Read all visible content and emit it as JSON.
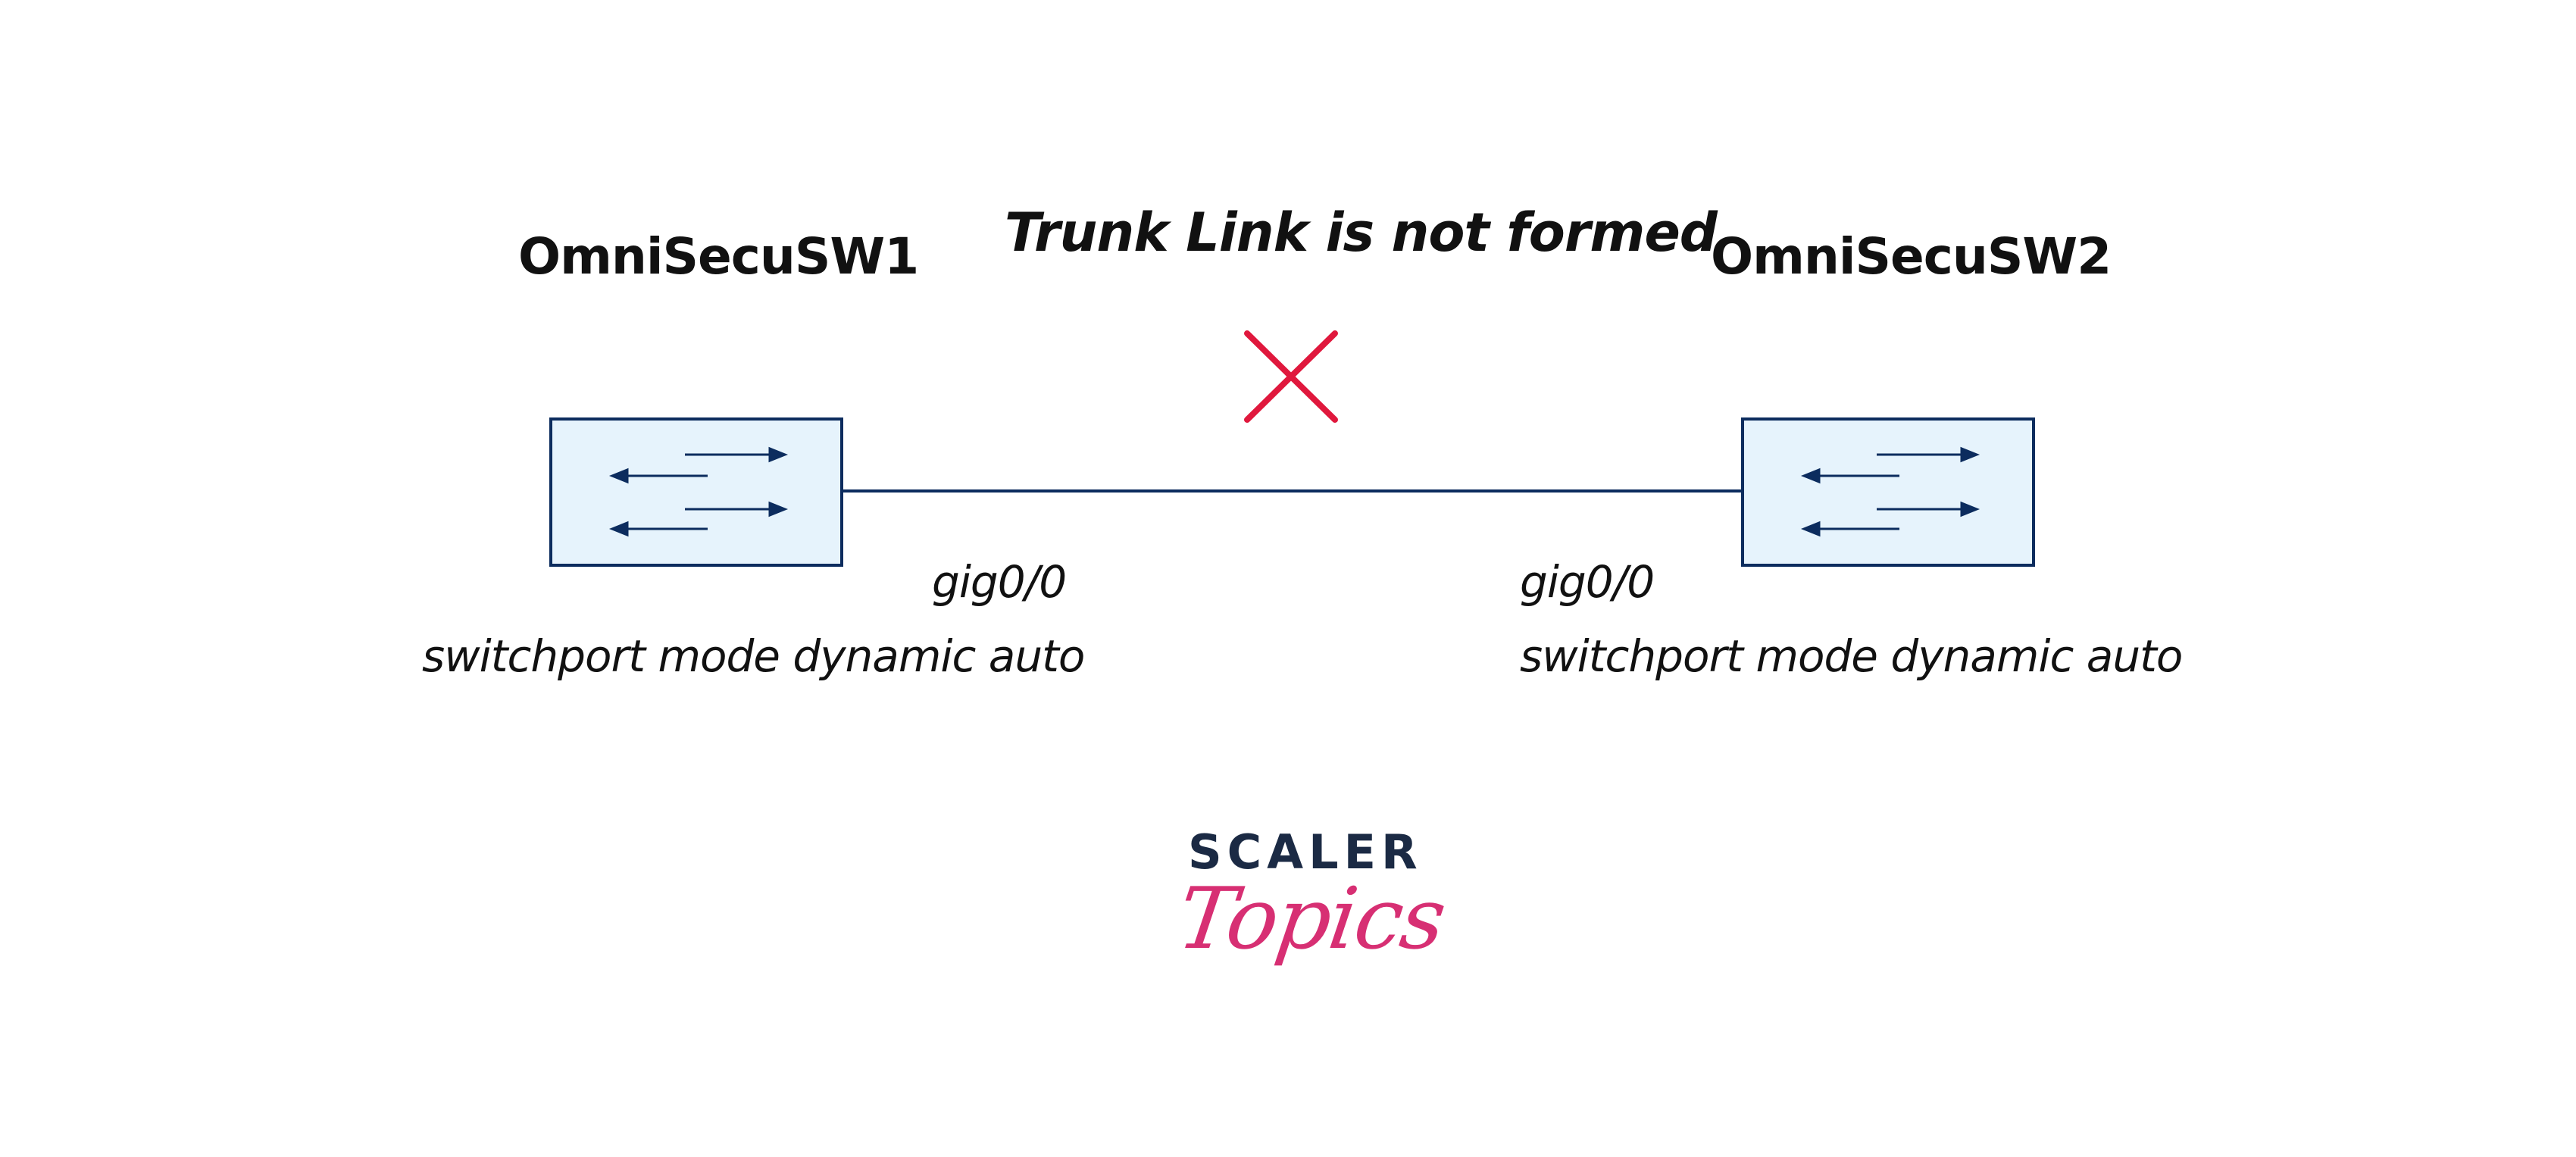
{
  "diagram": {
    "title": "Trunk Link is not formed",
    "left_switch": {
      "name": "OmniSecuSW1",
      "port": "gig0/0",
      "config": "switchport mode dynamic auto",
      "icon": "switch-icon"
    },
    "right_switch": {
      "name": "OmniSecuSW2",
      "port": "gig0/0",
      "config": "switchport mode dynamic auto",
      "icon": "switch-icon"
    },
    "link_status_icon": "cross-icon",
    "colors": {
      "line": "#0c2c5e",
      "switch_fill": "#e6f3fc",
      "switch_border": "#0c2c5e",
      "cross": "#e0183d",
      "text": "#111111"
    }
  },
  "branding": {
    "scaler": "SCALER",
    "topics": "Topics",
    "scaler_color": "#1b2a44",
    "topics_color": "#d72f73"
  }
}
